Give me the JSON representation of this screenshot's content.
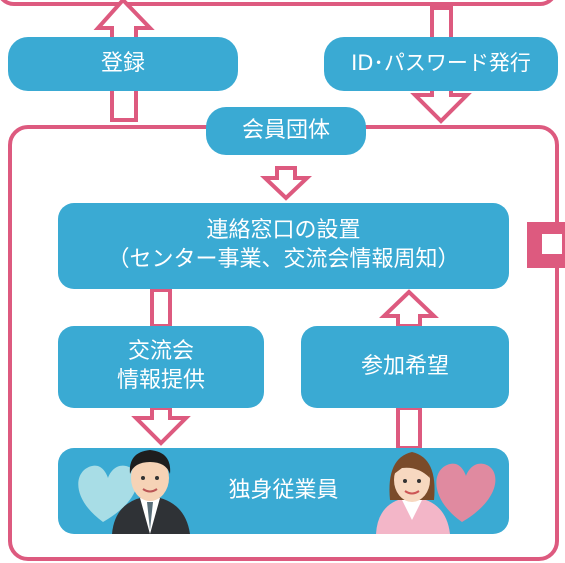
{
  "diagram": {
    "register_label": "登録",
    "id_password_label": "ID･パスワード発行",
    "member_org_label": "会員団体",
    "contact_window_line1": "連絡窓口の設置",
    "contact_window_line2": "（センター事業、交流会情報周知）",
    "exchange_info_label": "交流会\n情報提供",
    "participation_label": "参加希望",
    "employees_label": "独身従業員"
  },
  "colors": {
    "box_blue": "#3aaad3",
    "frame_pink": "#dd5a7f",
    "arrow_fill": "#ffffff",
    "heart_left": "#a8dde6",
    "heart_right": "#e08aa0"
  },
  "icons": [
    "heart-icon",
    "man-avatar",
    "woman-avatar",
    "arrow-up-icon",
    "arrow-down-icon"
  ]
}
